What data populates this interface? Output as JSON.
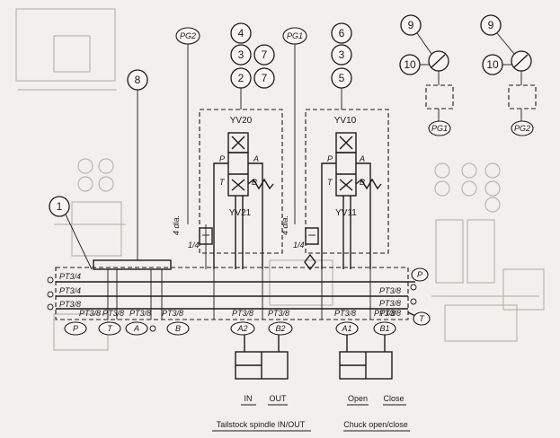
{
  "bubbles": {
    "b1": "1",
    "b8": "8",
    "b4": "4",
    "b3a": "3",
    "b7a": "7",
    "b2": "2",
    "b7b": "7",
    "b6": "6",
    "b3b": "3",
    "b5": "5",
    "b9a": "9",
    "b10a": "10",
    "b9b": "9",
    "b10b": "10"
  },
  "gauges": {
    "pg2_top": "PG2",
    "pg1_top": "PG1",
    "pg1_bottom": "PG1",
    "pg2_bottom": "PG2"
  },
  "valves": {
    "yv20": "YV20",
    "yv21": "YV21",
    "yv10": "YV10",
    "yv11": "YV11",
    "port_p": "P",
    "port_a": "A",
    "port_t": "T",
    "port_b": "B"
  },
  "small": {
    "dia_left": "4 dia.",
    "dia_right": "4 dia.",
    "quarter_left": "1/4",
    "quarter_right": "1/4"
  },
  "manifold": {
    "right_top": "PT3/8",
    "right_mid": "PT3/8",
    "right_bot": "PT3/8",
    "left_top": "PT3/4",
    "left_mid": "PT3/4",
    "left_bot": "PT3/8"
  },
  "ports": [
    {
      "pt": "PT3/8",
      "name": "P"
    },
    {
      "pt": "PT3/8",
      "name": "T"
    },
    {
      "pt": "PT3/8",
      "name": "A"
    },
    {
      "pt": "PT3/8",
      "name": "B"
    },
    {
      "pt": "PT3/8",
      "name": "A2"
    },
    {
      "pt": "PT3/8",
      "name": "B2"
    },
    {
      "pt": "PT3/8",
      "name": "A1"
    },
    {
      "pt": "PT3/8",
      "name": "B1"
    }
  ],
  "side_ports": {
    "p": "P",
    "t": "T"
  },
  "captions": {
    "in": "IN",
    "out": "OUT",
    "open": "Open",
    "close": "Close",
    "tailstock": "Tailstock spindle IN/OUT",
    "chuck": "Chuck open/close"
  }
}
